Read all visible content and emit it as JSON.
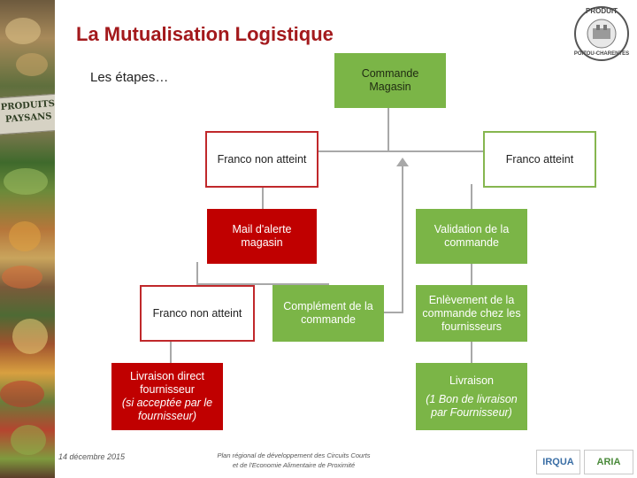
{
  "header": {
    "title": "La Mutualisation Logistique",
    "subtitle": "Les étapes…"
  },
  "sidebar": {
    "sign_text": "PRODUITS PAYSANS"
  },
  "logo": {
    "badge_top": "PRODUIT",
    "badge_bottom": "POITOU-CHARENTES"
  },
  "diagram": {
    "root": "Commande Magasin",
    "left_branch": {
      "node": "Franco non atteint",
      "alert": "Mail d'alerte magasin",
      "sub_left": "Franco non atteint",
      "sub_right": "Complément de la commande",
      "delivery": {
        "line1": "Livraison direct",
        "line2": "fournisseur",
        "line3": "(si acceptée par le",
        "line4": "fournisseur)"
      }
    },
    "right_branch": {
      "node": "Franco atteint",
      "validation": "Validation de la commande",
      "pickup": "Enlèvement de la commande chez les fournisseurs",
      "delivery": {
        "line1": "Livraison",
        "line2": "(1 Bon de livraison",
        "line3": "par Fournisseur)"
      }
    },
    "colors": {
      "green": "#7bb547",
      "red": "#c00000",
      "title_red": "#a3191c",
      "connector": "#a8a8a8"
    }
  },
  "footer": {
    "date": "14 décembre 2015",
    "program_line1": "Plan régional de développement des Circuits Courts",
    "program_line2": "et de l'Economie Alimentaire de Proximité",
    "partner1": "IRQUA",
    "partner2": "ARIA"
  }
}
